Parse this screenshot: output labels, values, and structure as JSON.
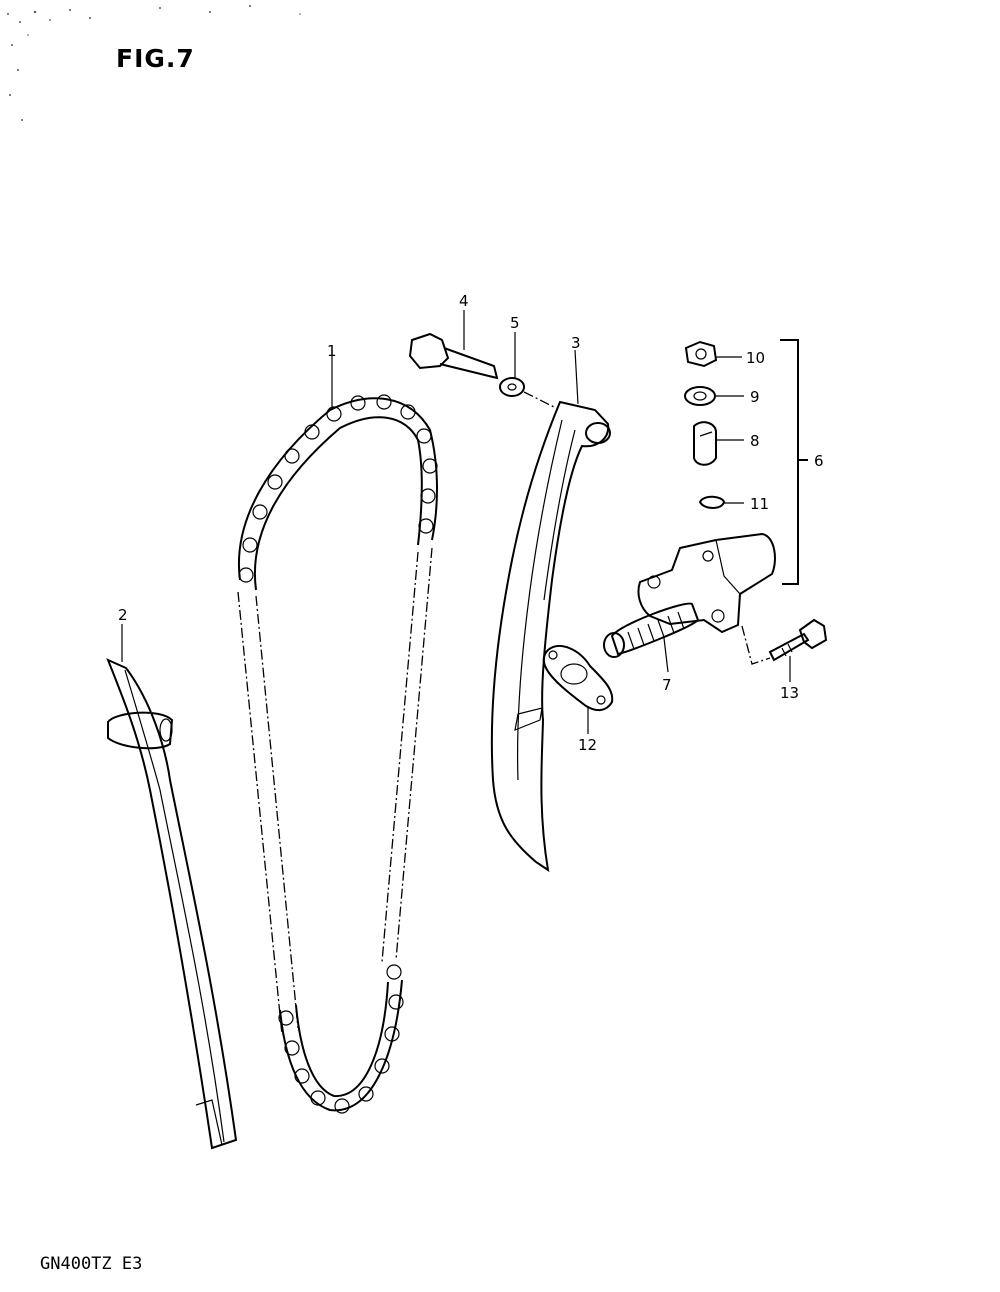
{
  "figure": {
    "title": "FIG.7",
    "model": "GN400TZ E3"
  },
  "callouts": [
    {
      "id": "1",
      "label": "1"
    },
    {
      "id": "2",
      "label": "2"
    },
    {
      "id": "3",
      "label": "3"
    },
    {
      "id": "4",
      "label": "4"
    },
    {
      "id": "5",
      "label": "5"
    },
    {
      "id": "6",
      "label": "6"
    },
    {
      "id": "7",
      "label": "7"
    },
    {
      "id": "8",
      "label": "8"
    },
    {
      "id": "9",
      "label": "9"
    },
    {
      "id": "10",
      "label": "10"
    },
    {
      "id": "11",
      "label": "11"
    },
    {
      "id": "12",
      "label": "12"
    },
    {
      "id": "13",
      "label": "13"
    }
  ]
}
